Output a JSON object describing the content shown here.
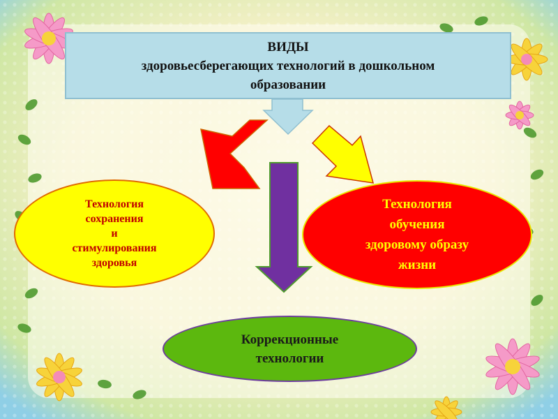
{
  "header": {
    "line1": "ВИДЫ",
    "line2": "здоровьесберегающих технологий в дошкольном",
    "line3": "образовании"
  },
  "left_node": {
    "lines": [
      "Технология",
      "сохранения",
      "и",
      "стимулирования",
      "здоровья"
    ]
  },
  "right_node": {
    "lines": [
      "Технология",
      "обучения",
      "здоровому образу",
      "жизни"
    ]
  },
  "bottom_node": {
    "lines": [
      "Коррекционные",
      "технологии"
    ]
  },
  "colors": {
    "header_fill": "#b6dde8",
    "left_fill": "#ffff00",
    "left_text": "#c00000",
    "right_fill": "#ff0000",
    "right_text": "#ffff00",
    "bottom_fill": "#5cb80e",
    "arrow_down_center": "#7030a0",
    "arrow_left": "#ff0000",
    "arrow_right": "#ffff00",
    "arrow_header": "#b6dde8"
  }
}
